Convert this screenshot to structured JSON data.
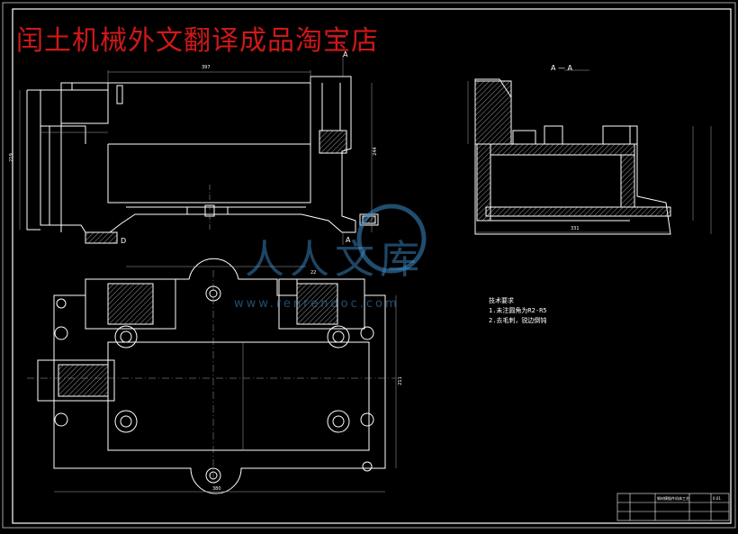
{
  "watermark": {
    "shop_title": "闰土机械外文翻译成品淘宝店",
    "site_logo": "人人文库",
    "site_url": "www.renrendoc.com"
  },
  "section_labels": {
    "cut_a_top": "A",
    "cut_a_bottom": "A",
    "view_aa": "A — A",
    "detail_d": "D"
  },
  "technical_requirements": {
    "heading": "技术要求",
    "item1": "1.未注圆角为R2-R5",
    "item2": "2.去毛刺，锐边倒钝"
  },
  "dimensions": {
    "top_width": "397",
    "left_height": "219",
    "right_height": "244",
    "section_width": "331",
    "plan_width": "380",
    "plan_height": "211",
    "small_22": "22"
  },
  "title_block": {
    "drawing_name": "钢材模锻件机体工艺",
    "part_code": "0.01"
  }
}
